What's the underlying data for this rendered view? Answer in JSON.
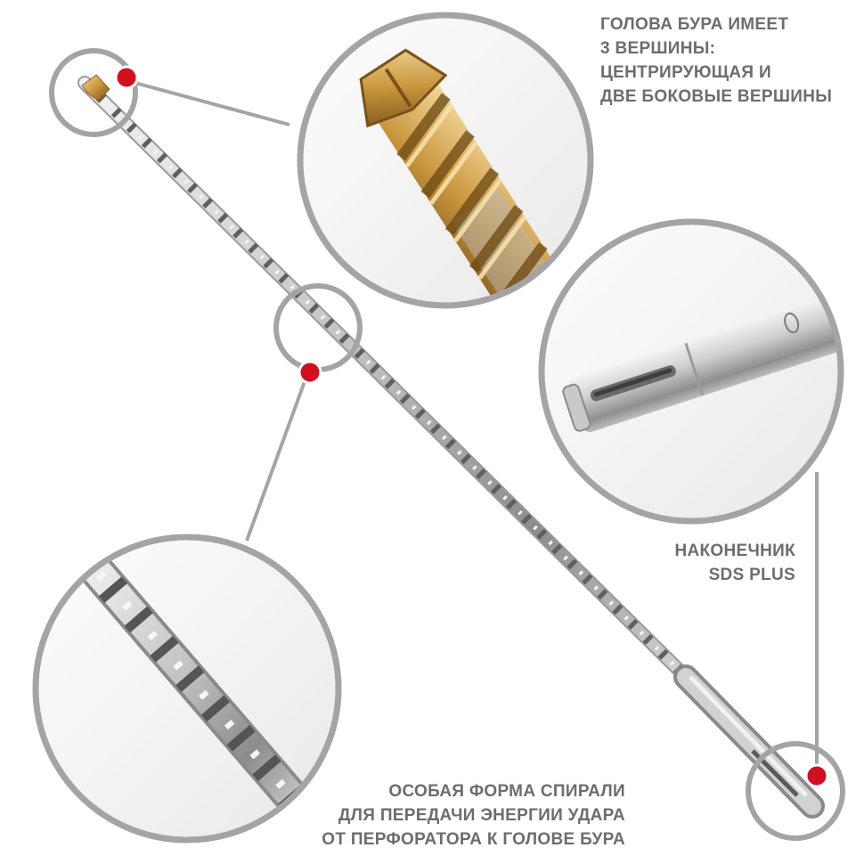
{
  "captions": {
    "drill_head": [
      "ГОЛОВА БУРА ИМЕЕТ",
      "3 ВЕРШИНЫ:",
      "ЦЕНТРИРУЮЩАЯ И",
      "ДВЕ БОКОВЫЕ ВЕРШИНЫ"
    ],
    "sds_tip": [
      "НАКОНЕЧНИК",
      "SDS PLUS"
    ],
    "spiral": [
      "ОСОБАЯ ФОРМА СПИРАЛИ",
      "ДЛЯ ПЕРЕДАЧИ ЭНЕРГИИ УДАРА",
      "ОТ ПЕРФОРАТОРА К ГОЛОВЕ БУРА"
    ]
  },
  "colors": {
    "text": "#6d6d6d",
    "ring": "#a4a4a4",
    "marker": "#d10f20",
    "steel": "#bdbdbd",
    "gold": "#c9963e"
  }
}
